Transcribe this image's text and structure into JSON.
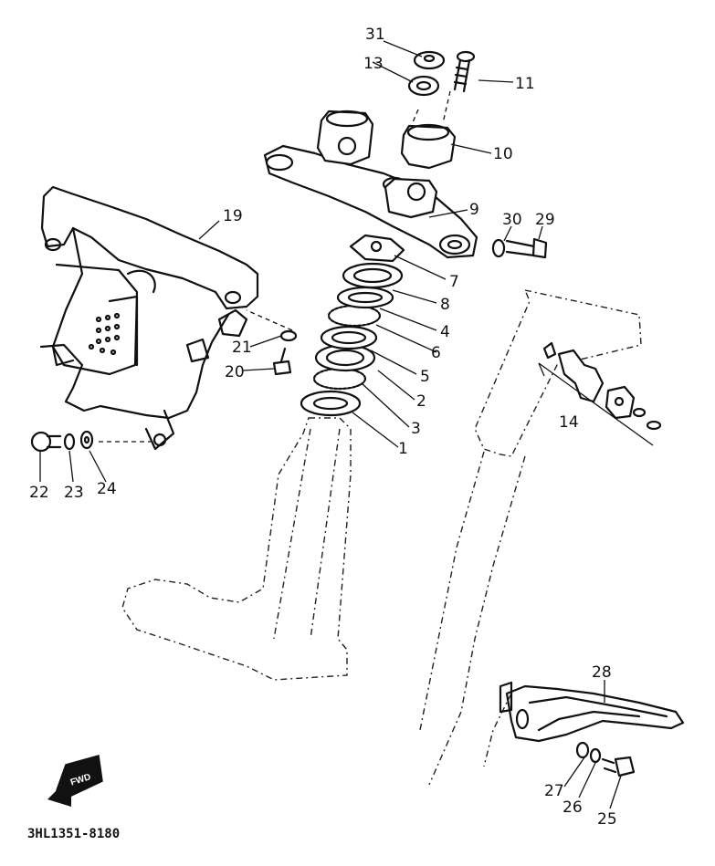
{
  "callouts": {
    "p1": "1",
    "p2": "2",
    "p3": "3",
    "p4": "4",
    "p5": "5",
    "p6": "6",
    "p7": "7",
    "p8": "8",
    "p9": "9",
    "p10": "10",
    "p11": "11",
    "p13": "13",
    "p14": "14",
    "p19": "19",
    "p20": "20",
    "p21": "21",
    "p22": "22",
    "p23": "23",
    "p24": "24",
    "p25": "25",
    "p26": "26",
    "p27": "27",
    "p28": "28",
    "p29": "29",
    "p30": "30",
    "p31": "31"
  },
  "footer": {
    "drawing_code": "3HL1351-8180",
    "front_marker": "FWD"
  },
  "colors": {
    "ink": "#111111",
    "paper": "#ffffff"
  }
}
